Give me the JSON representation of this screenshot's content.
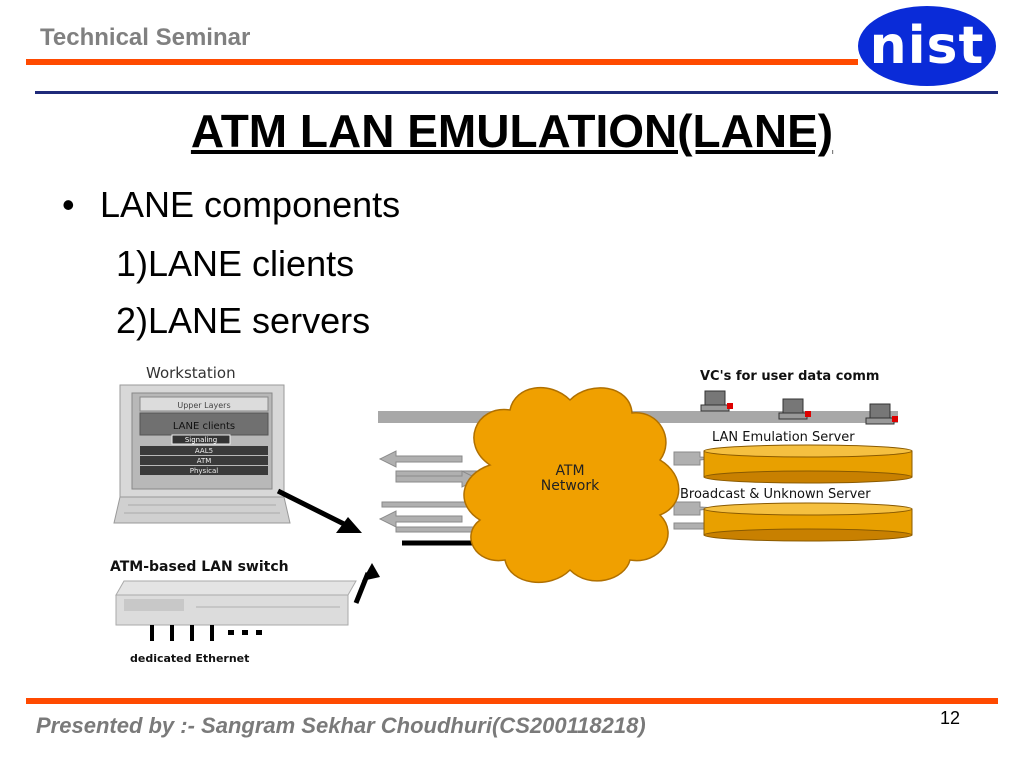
{
  "header": {
    "title": "Technical Seminar",
    "logo_text": "nist"
  },
  "slide": {
    "title": "ATM LAN EMULATION(LANE)",
    "bullet": "LANE components",
    "items": [
      "1)LANE clients",
      "2)LANE servers"
    ]
  },
  "diagram": {
    "workstation_label": "Workstation",
    "stack_layers": [
      "Upper Layers",
      "LANE clients",
      "Signaling",
      "AAL5",
      "ATM",
      "Physical"
    ],
    "switch_label": "ATM-based LAN switch",
    "ethernet_label": "dedicated Ethernet",
    "network_label_line1": "ATM",
    "network_label_line2": "Network",
    "vc_label": "VC's for user data comm",
    "les_label": "LAN Emulation Server",
    "bus_label": "Broadcast & Unknown Server"
  },
  "footer": {
    "presenter": "Presented by :- Sangram Sekhar Choudhuri(CS200118218)",
    "page_number": "12"
  },
  "colors": {
    "accent_orange": "#ff4a00",
    "navy": "#1f2a7a",
    "logo_blue": "#0a2bd8",
    "cloud_fill": "#f0a000",
    "server_fill": "#e8a000"
  }
}
